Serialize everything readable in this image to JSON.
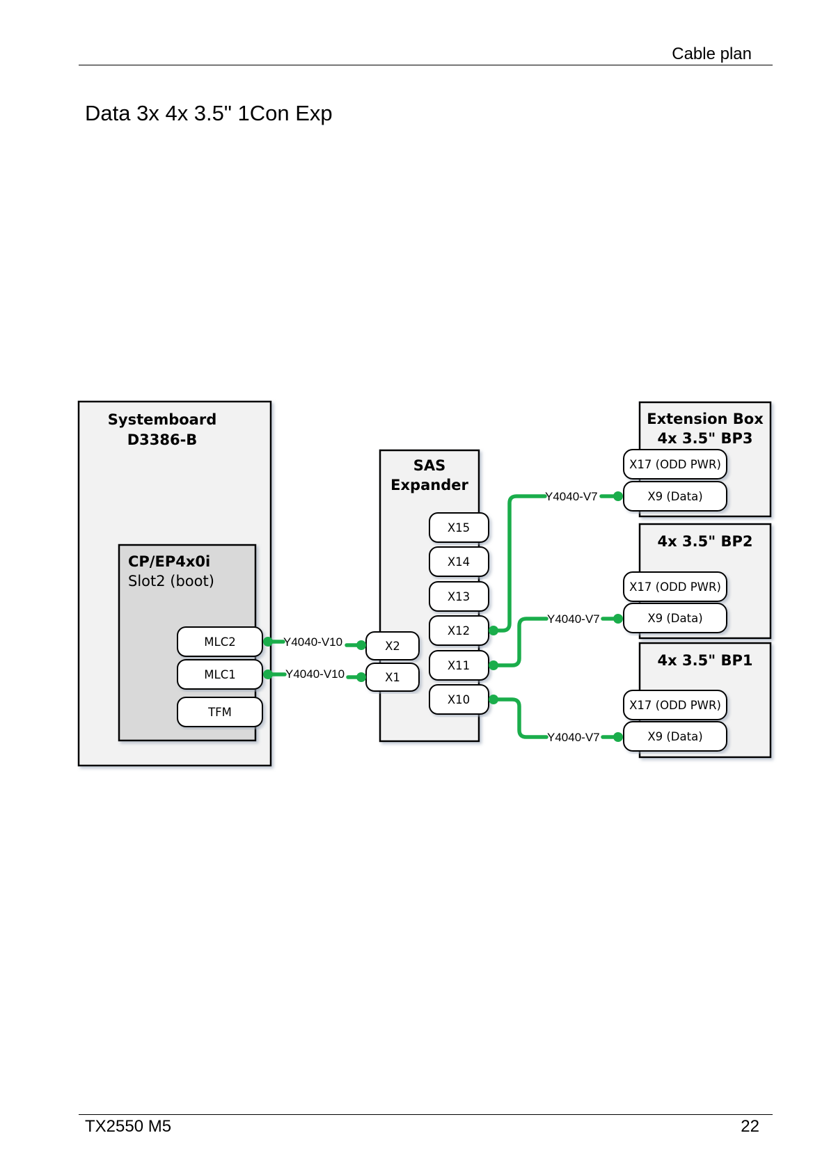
{
  "header": {
    "section": "Cable plan"
  },
  "title": "Data 3x 4x 3.5\" 1Con Exp",
  "footer": {
    "model": "TX2550 M5",
    "page": "22"
  },
  "colors": {
    "cable": "#1aad4b",
    "box_fill": "#f2f2f2",
    "controller_fill": "#d9d9d9"
  },
  "diagram": {
    "systemboard": {
      "line1": "Systemboard",
      "line2": "D3386-B"
    },
    "controller": {
      "line1": "CP/EP4x0i",
      "line2": "Slot2 (boot)",
      "ports": {
        "mlc2": "MLC2",
        "mlc1": "MLC1",
        "tfm": "TFM"
      }
    },
    "expander": {
      "line1": "SAS",
      "line2": "Expander",
      "ports": {
        "x2": "X2",
        "x1": "X1",
        "x15": "X15",
        "x14": "X14",
        "x13": "X13",
        "x12": "X12",
        "x11": "X11",
        "x10": "X10"
      }
    },
    "bp3": {
      "line1": "Extension Box",
      "line2": "4x 3.5\" BP3",
      "ports": {
        "x17": "X17 (ODD PWR)",
        "x9": "X9 (Data)"
      }
    },
    "bp2": {
      "line1": "4x 3.5\" BP2",
      "ports": {
        "x17": "X17 (ODD PWR)",
        "x9": "X9 (Data)"
      }
    },
    "bp1": {
      "line1": "4x 3.5\" BP1",
      "ports": {
        "x17": "X17 (ODD PWR)",
        "x9": "X9 (Data)"
      }
    },
    "cables": {
      "mlc2_x2": "Y4040-V10",
      "mlc1_x1": "Y4040-V10",
      "x12_bp3": "Y4040-V7",
      "x11_bp2": "Y4040-V7",
      "x10_bp1": "Y4040-V7"
    }
  }
}
